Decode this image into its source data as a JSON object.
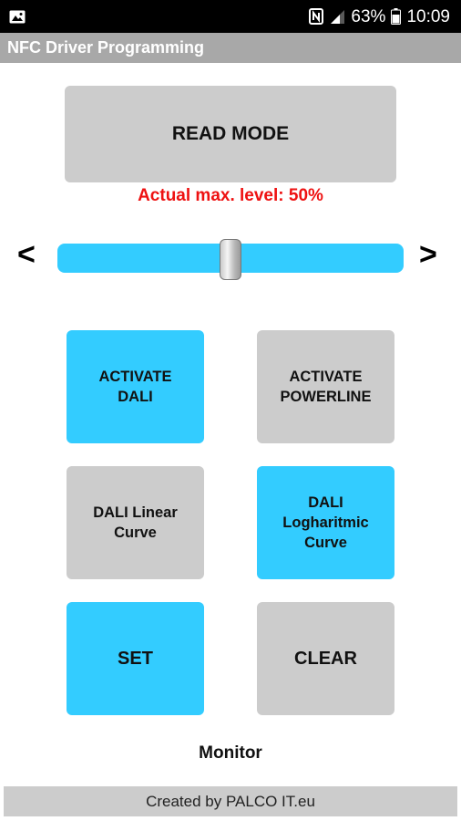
{
  "status_bar": {
    "battery": "63%",
    "time": "10:09"
  },
  "app": {
    "title": "NFC Driver Programming"
  },
  "main": {
    "read_mode_label": "READ MODE",
    "actual_level": "Actual max. level: 50%",
    "slider": {
      "left_arrow": "<",
      "right_arrow": ">",
      "value_fraction": 0.5
    },
    "buttons": {
      "activate_dali": "ACTIVATE\nDALI",
      "activate_powerline": "ACTIVATE\nPOWERLINE",
      "dali_linear": "DALI Linear\nCurve",
      "dali_log": "DALI\nLogharitmic\nCurve",
      "set": "SET",
      "clear": "CLEAR"
    },
    "monitor_label": "Monitor"
  },
  "footer": {
    "credit": "Created by PALCO IT.eu"
  },
  "colors": {
    "accent_blue": "#33ccff",
    "inactive_gray": "#cccccc",
    "level_red": "#ee1111",
    "app_bar": "#a8a8a8"
  },
  "icons": {
    "status_left": "image-icon",
    "status_right": [
      "nfc-icon",
      "signal-icon",
      "battery-icon"
    ]
  }
}
